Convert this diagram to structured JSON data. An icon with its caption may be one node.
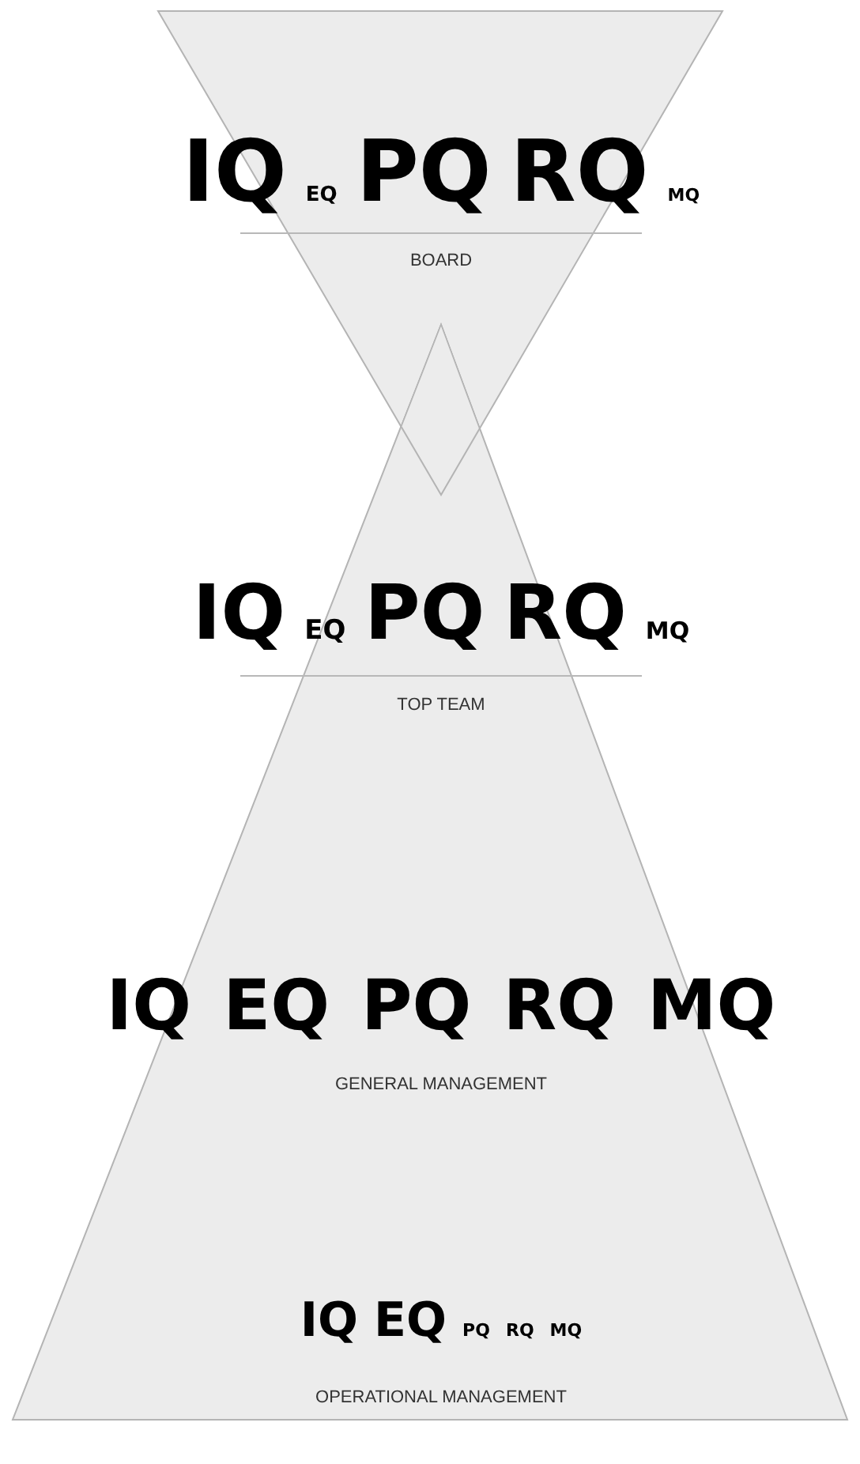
{
  "diagram": {
    "nodes": [
      {
        "text": [
          "IQ",
          "EQ",
          "PQ",
          "RQ",
          "MQ",
          "BOARD"
        ]
      },
      {
        "text": [
          "IQ",
          "EQ",
          "PQ",
          "RQ",
          "MQ",
          "TOP TEAM",
          "IQ",
          "EQ",
          "PQ",
          "RQ",
          "MQ",
          "GENERAL MANAGEMENT",
          "IQ",
          "EQ",
          "PQ",
          "RQ",
          "MQ",
          "OPERATIONAL MANAGEMENT"
        ]
      }
    ]
  }
}
